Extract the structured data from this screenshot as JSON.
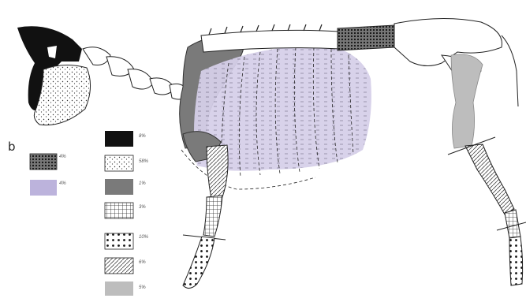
{
  "figure": {
    "panel_label": "b",
    "palette": {
      "black": "#111111",
      "dark_grey": "#7a7a7a",
      "light_grey": "#bdbdbd",
      "lilac": "#bcb3dc",
      "stipple_dark": "#555555",
      "outline": "#1a1a1a"
    },
    "legend_left": [
      {
        "pattern": "dense-dot-grey",
        "label": "4%"
      },
      {
        "pattern": "lilac",
        "label": "4%"
      }
    ],
    "legend_right": [
      {
        "pattern": "black",
        "label": "8%"
      },
      {
        "pattern": "stipple",
        "label": "58%"
      },
      {
        "pattern": "dark-grey",
        "label": "1%"
      },
      {
        "pattern": "grid",
        "label": "3%"
      },
      {
        "pattern": "coarse-dot",
        "label": "10%"
      },
      {
        "pattern": "hatch",
        "label": "6%"
      },
      {
        "pattern": "light-grey",
        "label": "5%"
      }
    ]
  }
}
